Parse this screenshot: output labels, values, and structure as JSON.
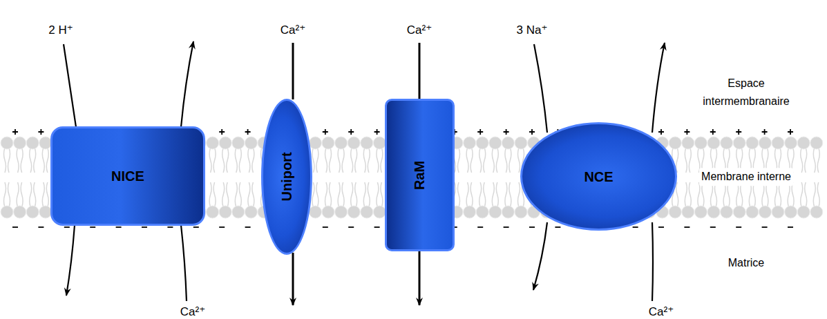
{
  "diagram": {
    "nodes": [
      {
        "text": [
          "NICE"
        ]
      },
      {
        "text": [
          "Uniport"
        ]
      },
      {
        "text": [
          "RaM"
        ]
      },
      {
        "text": [
          "NCE"
        ]
      }
    ],
    "labels": [
      "2 H⁺",
      "Ca²⁺",
      "Ca²⁺",
      "3 Na⁺",
      "Espace intermembranaire",
      "Membrane interne",
      "Matrice",
      "Ca²⁺",
      "Ca²⁺"
    ]
  }
}
